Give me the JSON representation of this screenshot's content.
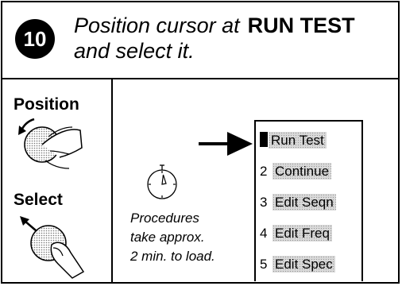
{
  "step": {
    "number": "10",
    "instruction_line1": "Position cursor at",
    "instruction_highlight": "RUN TEST",
    "instruction_line2": "and select it."
  },
  "controls": {
    "position_label": "Position",
    "select_label": "Select"
  },
  "note": {
    "line1": "Procedures",
    "line2": "take approx.",
    "line3": "2 min. to load."
  },
  "menu": {
    "items": [
      {
        "number": "",
        "label": "Run Test",
        "selected": true
      },
      {
        "number": "2",
        "label": "Continue"
      },
      {
        "number": "3",
        "label": "Edit Seqn"
      },
      {
        "number": "4",
        "label": "Edit Freq"
      },
      {
        "number": "5",
        "label": "Edit Spec"
      }
    ]
  },
  "icons": {
    "position_knob": "rotate-knob-icon",
    "select_knob": "push-knob-icon",
    "timer": "stopwatch-icon",
    "pointer": "arrow-right-icon"
  }
}
